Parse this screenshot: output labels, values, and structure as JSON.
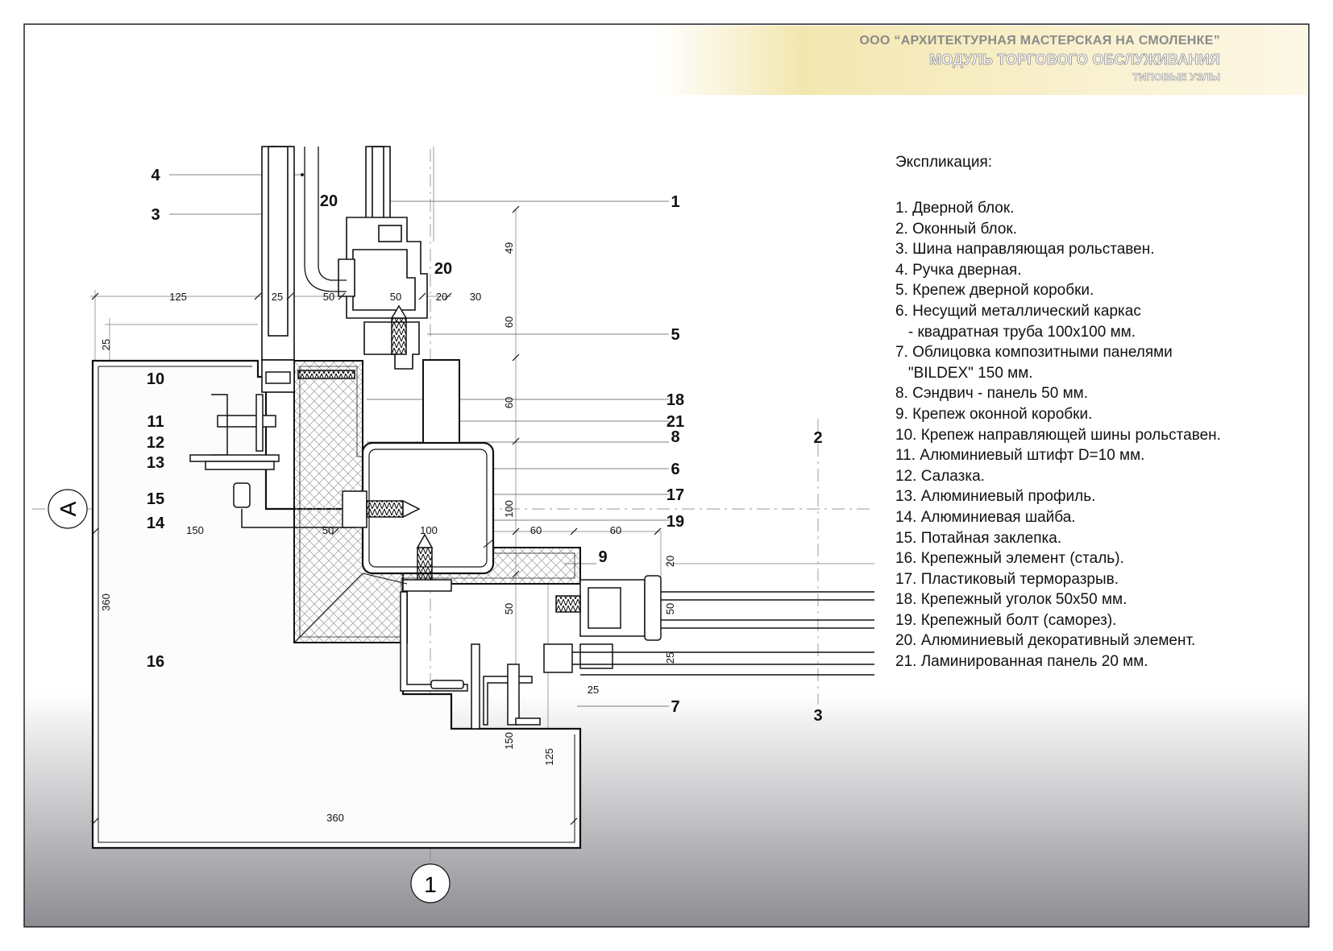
{
  "header": {
    "company": "ООО “АРХИТЕКТУРНАЯ МАСТЕРСКАЯ НА СМОЛЕНКЕ”",
    "project": "МОДУЛЬ ТОРГОВОГО ОБСЛУЖИВАНИЯ",
    "subtitle": "ТИПОВЫЕ УЗЛЫ",
    "accent_color": "#f3e7b0"
  },
  "legend": {
    "title": "Экспликация:",
    "items": [
      "1. Дверной блок.",
      "2. Оконный блок.",
      "3. Шина направляющая рольставен.",
      "4. Ручка дверная.",
      "5. Крепеж дверной коробки.",
      "6. Несущий металлический каркас",
      "   - квадратная труба 100x100 мм.",
      "7. Облицовка композитными панелями",
      "   \"BILDEX\" 150 мм.",
      "8. Сэндвич - панель 50 мм.",
      "9. Крепеж оконной коробки.",
      "10. Крепеж направляющей шины рольставен.",
      "11. Алюминиевый штифт D=10 мм.",
      "12. Салазка.",
      "13. Алюминиевый профиль.",
      "14. Алюминиевая шайба.",
      "15. Потайная заклепка.",
      "16. Крепежный элемент (сталь).",
      "17. Пластиковый терморазрыв.",
      "18. Крепежный уголок 50x50 мм.",
      "19. Крепежный болт (саморез).",
      "20. Алюминиевый декоративный элемент.",
      "21. Ламинированная панель 20 мм."
    ]
  },
  "callouts": {
    "n1": "1",
    "n2": "2",
    "n3": "3",
    "n3b": "3",
    "n4": "4",
    "n5": "5",
    "n6": "6",
    "n7": "7",
    "n8": "8",
    "n9": "9",
    "n10": "10",
    "n11": "11",
    "n12": "12",
    "n13": "13",
    "n14": "14",
    "n15": "15",
    "n16": "16",
    "n17": "17",
    "n18": "18",
    "n19": "19",
    "n20a": "20",
    "n20b": "20",
    "n21": "21"
  },
  "axes": {
    "a": "A",
    "one": "1"
  },
  "dims": {
    "d125a": "125",
    "d25a": "25",
    "d50a": "50",
    "d50b": "50",
    "d20a": "20",
    "d30": "30",
    "d25v": "25",
    "d150a": "150",
    "d50c": "50",
    "d100a": "100",
    "d60a": "60",
    "d60b": "60",
    "d360v": "360",
    "d360h": "360",
    "d49": "49",
    "d60v1": "60",
    "d60v2": "60",
    "d100v": "100",
    "d50v": "50",
    "d150v": "150",
    "d125v": "125",
    "d20v": "20",
    "d50vr": "50",
    "d25vr": "25",
    "d25b": "25"
  }
}
